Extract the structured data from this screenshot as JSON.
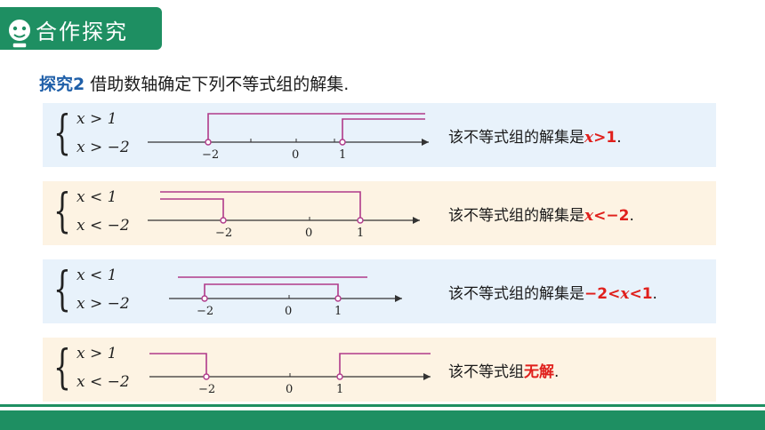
{
  "header": {
    "title": "合作探究"
  },
  "instruction": {
    "lead": "探究2",
    "text": " 借助数轴确定下列不等式组的解集."
  },
  "problems": [
    {
      "line1": "x > 1",
      "line2": "x > −2",
      "prefix": "该不等式组的解集是",
      "answer_var": "x",
      "answer_rest": ">1",
      "answer_pre": "",
      "suffix": ".",
      "tick_left": "−2",
      "tick_zero": "0",
      "tick_right": "1"
    },
    {
      "line1": "x < 1",
      "line2": "x < −2",
      "prefix": "该不等式组的解集是",
      "answer_var": "x",
      "answer_rest": "<−2",
      "answer_pre": "",
      "suffix": ".",
      "tick_left": "−2",
      "tick_zero": "0",
      "tick_right": "1"
    },
    {
      "line1": "x < 1",
      "line2": "x > −2",
      "prefix": "该不等式组的解集是",
      "answer_pre": "−2<",
      "answer_var": "x",
      "answer_rest": "<1",
      "suffix": ".",
      "tick_left": "−2",
      "tick_zero": "0",
      "tick_right": "1"
    },
    {
      "line1": "x > 1",
      "line2": "x < −2",
      "prefix": "该不等式组",
      "answer_pre": "",
      "answer_var": "",
      "answer_rest": "无解",
      "suffix": ".",
      "tick_left": "−2",
      "tick_zero": "0",
      "tick_right": "1"
    }
  ],
  "colors": {
    "brand_green": "#1e8f62",
    "highlight": "#e0201c",
    "ray": "#b03a8a",
    "panel_blue": "#e8f2fb",
    "panel_orange": "#fdf3e3"
  }
}
